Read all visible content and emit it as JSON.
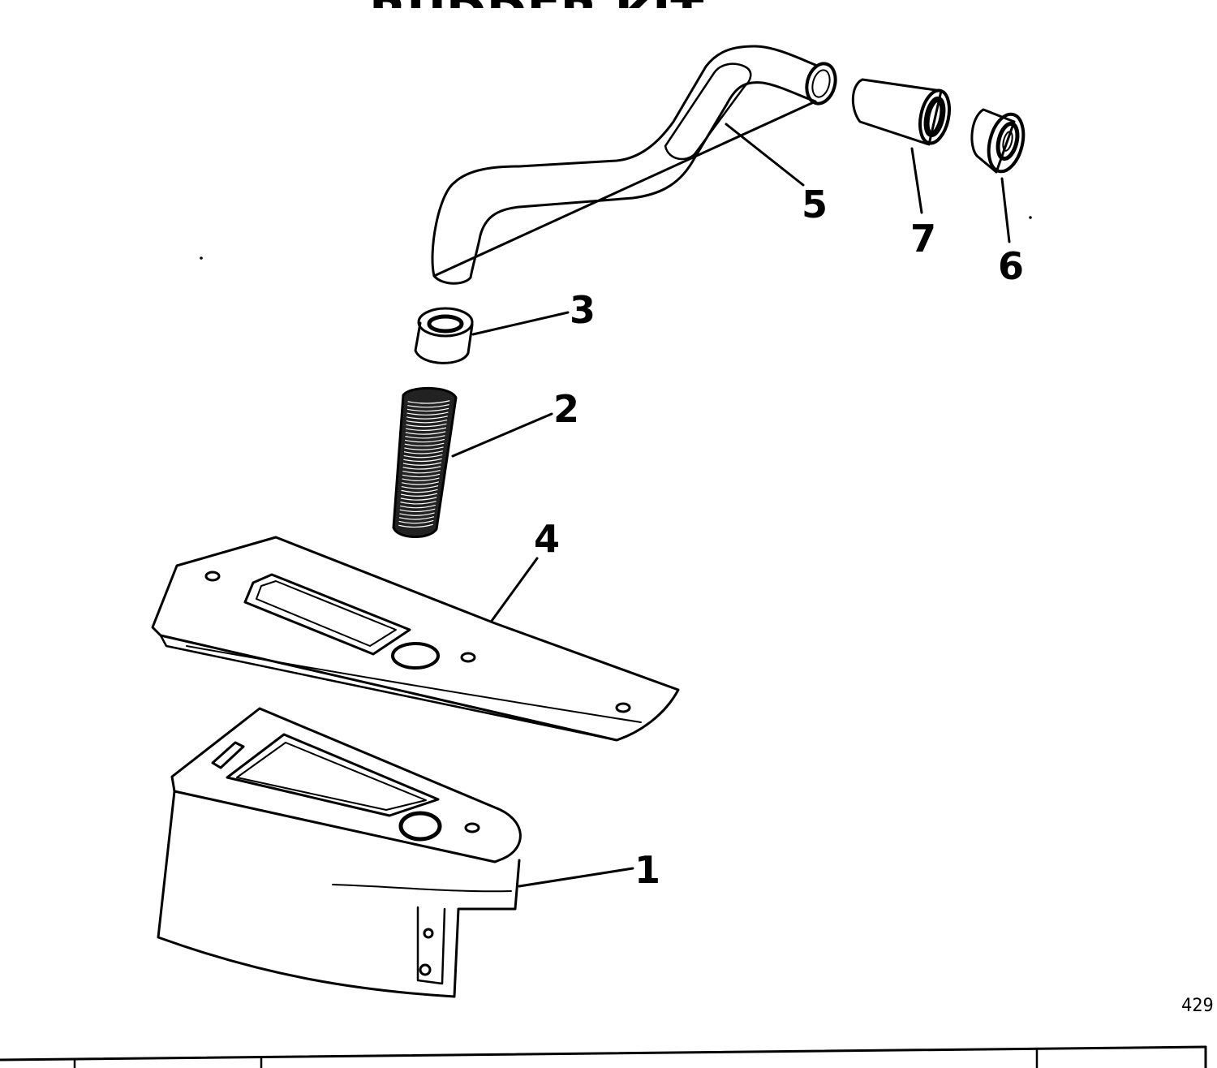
{
  "title_fragment": "RUDDER KIT",
  "figure_number": "429",
  "callouts": [
    {
      "id": "1",
      "label": "1"
    },
    {
      "id": "2",
      "label": "2"
    },
    {
      "id": "3",
      "label": "3"
    },
    {
      "id": "4",
      "label": "4"
    },
    {
      "id": "5",
      "label": "5"
    },
    {
      "id": "6",
      "label": "6"
    },
    {
      "id": "7",
      "label": "7"
    }
  ]
}
